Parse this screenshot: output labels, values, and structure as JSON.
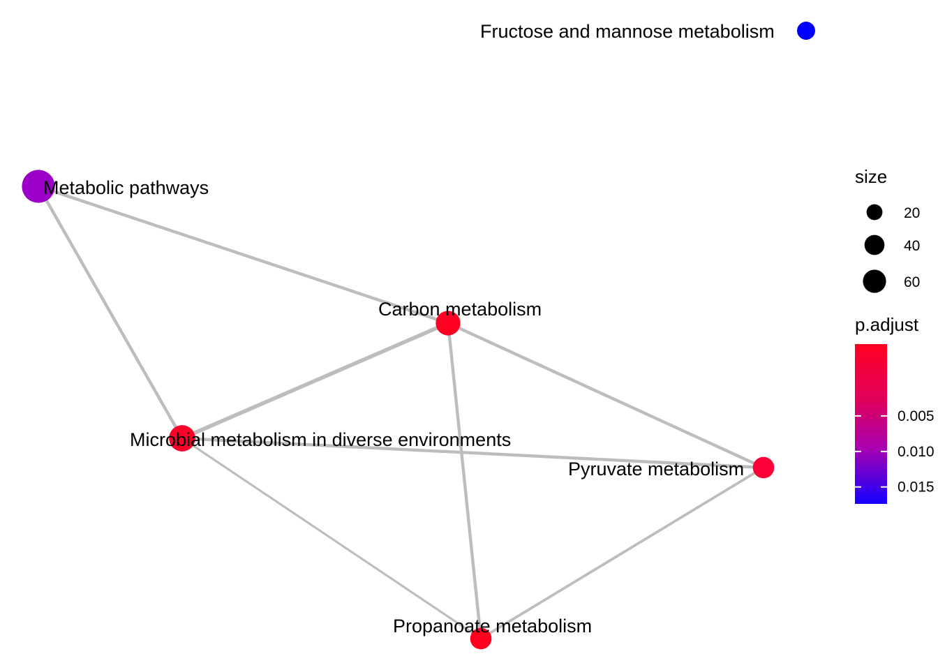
{
  "nodes": [
    {
      "id": "fructose",
      "label": "Fructose and mannose metabolism",
      "size": 10,
      "color": "#0000ff"
    },
    {
      "id": "metabolic",
      "label": "Metabolic pathways",
      "size": 64,
      "color": "#9a00c8"
    },
    {
      "id": "carbon",
      "label": "Carbon metabolism",
      "size": 28,
      "color": "#ff0022"
    },
    {
      "id": "microbial",
      "label": "Microbial metabolism in diverse environments",
      "size": 34,
      "color": "#fb0028"
    },
    {
      "id": "pyruvate",
      "label": "Pyruvate metabolism",
      "size": 18,
      "color": "#fc0038"
    },
    {
      "id": "propanoate",
      "label": "Propanoate metabolism",
      "size": 18,
      "color": "#ff001e"
    }
  ],
  "edges": [
    {
      "from": "metabolic",
      "to": "carbon",
      "weight": 2
    },
    {
      "from": "metabolic",
      "to": "microbial",
      "weight": 2
    },
    {
      "from": "carbon",
      "to": "microbial",
      "weight": 3
    },
    {
      "from": "carbon",
      "to": "pyruvate",
      "weight": 2
    },
    {
      "from": "carbon",
      "to": "propanoate",
      "weight": 2
    },
    {
      "from": "microbial",
      "to": "pyruvate",
      "weight": 2
    },
    {
      "from": "microbial",
      "to": "propanoate",
      "weight": 1
    },
    {
      "from": "pyruvate",
      "to": "propanoate",
      "weight": 1.5
    }
  ],
  "legend": {
    "size_title": "size",
    "size_items": [
      {
        "label": "20",
        "value": 20
      },
      {
        "label": "40",
        "value": 40
      },
      {
        "label": "60",
        "value": 60
      }
    ],
    "color_title": "p.adjust",
    "color_ticks": [
      {
        "label": "0.005",
        "value": 0.005
      },
      {
        "label": "0.010",
        "value": 0.01
      },
      {
        "label": "0.015",
        "value": 0.015
      }
    ],
    "color_low": "#ff0022",
    "color_high": "#1a00ff"
  }
}
